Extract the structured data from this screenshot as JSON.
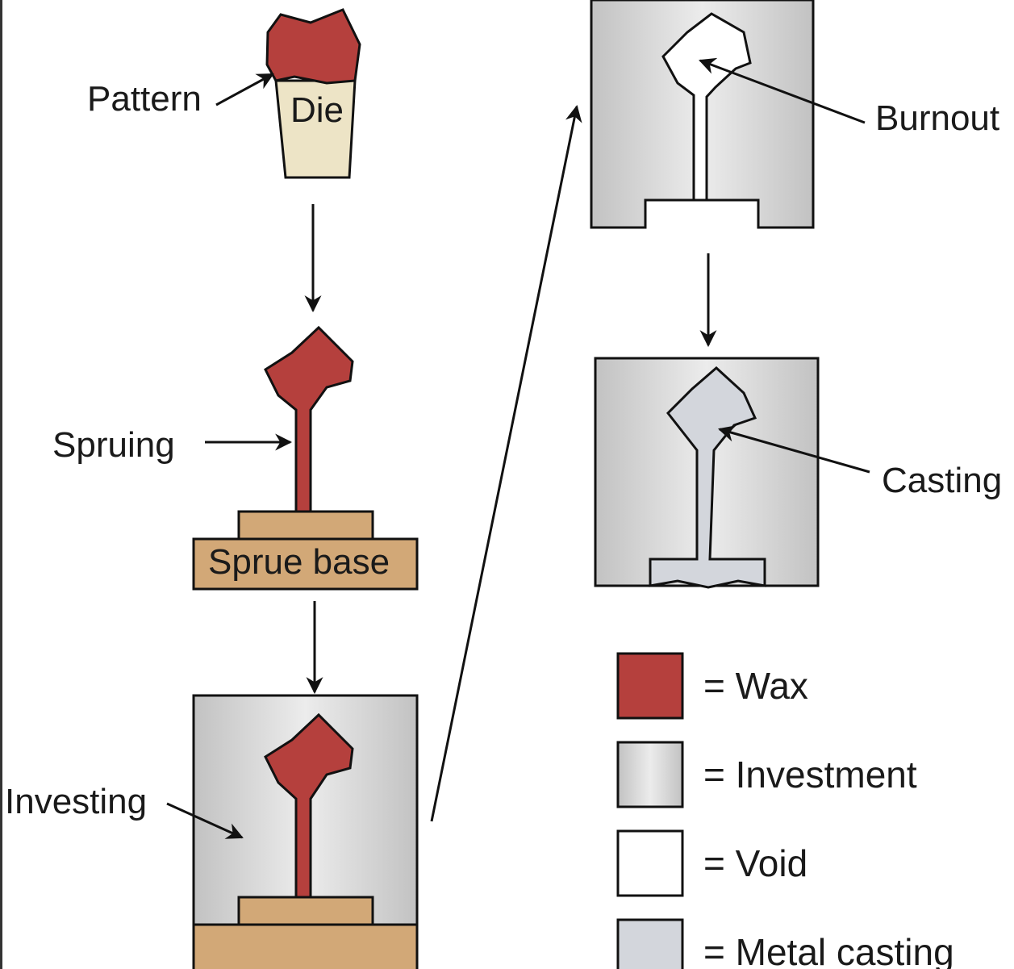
{
  "labels": {
    "pattern": "Pattern",
    "die": "Die",
    "spruing": "Spruing",
    "sprue_base": "Sprue base",
    "investing": "Investing",
    "burnout": "Burnout",
    "casting": "Casting"
  },
  "legend": [
    {
      "key": "wax",
      "label": "= Wax"
    },
    {
      "key": "investment",
      "label": "= Investment"
    },
    {
      "key": "void",
      "label": "= Void"
    },
    {
      "key": "metal",
      "label": "= Metal casting"
    }
  ],
  "colors": {
    "wax": "#b5403d",
    "die": "#ede4c6",
    "sprue_base": "#d2a877",
    "investment_edge": "#c2c2c2",
    "investment_mid": "#ececec",
    "void": "#ffffff",
    "metal": "#d3d6dc",
    "outline": "#111111"
  }
}
